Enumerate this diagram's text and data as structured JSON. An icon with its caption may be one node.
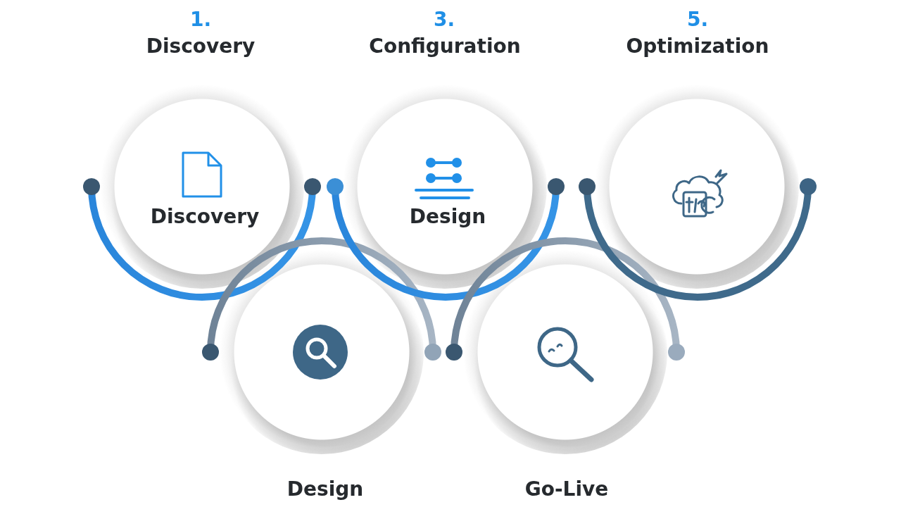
{
  "diagram": {
    "nodes": [
      {
        "text": [
          "1.",
          "Discovery",
          "Discovery"
        ]
      },
      {
        "text": [
          "Design"
        ]
      },
      {
        "text": [
          "3.",
          "Configuration",
          "Design"
        ]
      },
      {
        "text": [
          "Go-Live"
        ]
      },
      {
        "text": [
          "5.",
          "Optimization"
        ]
      }
    ]
  }
}
